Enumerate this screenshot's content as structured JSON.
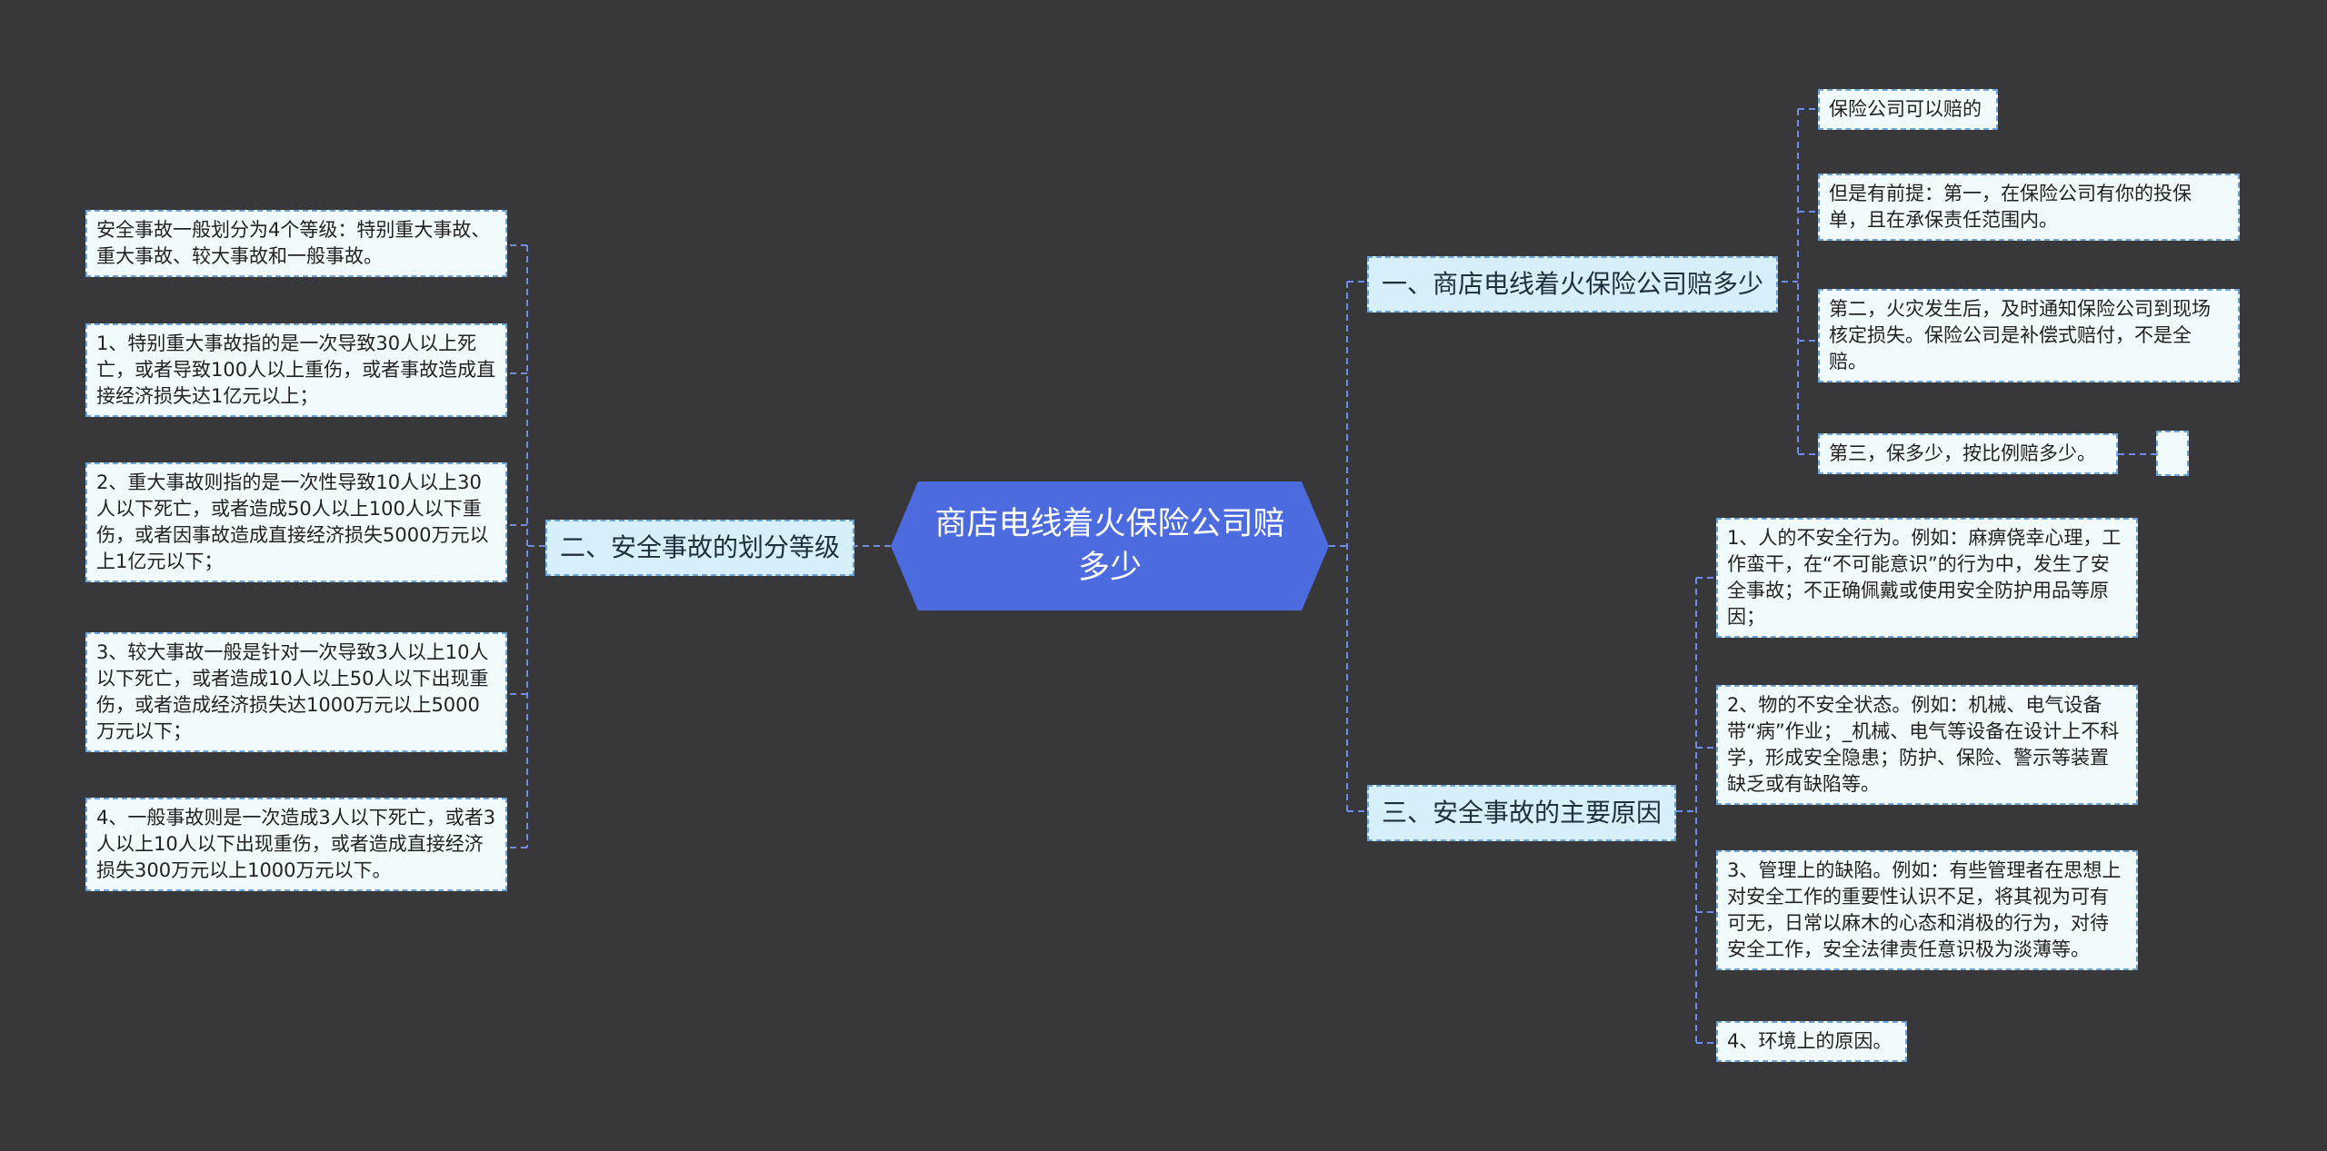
{
  "root": {
    "title": "商店电线着火保险公司赔多少"
  },
  "branches": {
    "b1": {
      "label": "一、商店电线着火保险公司赔多少",
      "items": [
        "保险公司可以赔的",
        "但是有前提：第一，在保险公司有你的投保单，且在承保责任范围内。",
        "第二，火灾发生后，及时通知保险公司到现场核定损失。保险公司是补偿式赔付，不是全赔。",
        "第三，保多少，按比例赔多少。"
      ]
    },
    "b2": {
      "label": "二、安全事故的划分等级",
      "items": [
        "安全事故一般划分为4个等级：特别重大事故、重大事故、较大事故和一般事故。",
        "1、特别重大事故指的是一次导致30人以上死亡，或者导致100人以上重伤，或者事故造成直接经济损失达1亿元以上；",
        "2、重大事故则指的是一次性导致10人以上30人以下死亡，或者造成50人以上100人以下重伤，或者因事故造成直接经济损失5000万元以上1亿元以下；",
        "3、较大事故一般是针对一次导致3人以上10人以下死亡，或者造成10人以上50人以下出现重伤，或者造成经济损失达1000万元以上5000万元以下；",
        "4、一般事故则是一次造成3人以下死亡，或者3人以上10人以下出现重伤，或者造成直接经济损失300万元以上1000万元以下。"
      ]
    },
    "b3": {
      "label": "三、安全事故的主要原因",
      "items": [
        "1、人的不安全行为。例如：麻痹侥幸心理，工作蛮干，在“不可能意识”的行为中，发生了安全事故；不正确佩戴或使用安全防护用品等原因；",
        "2、物的不安全状态。例如：机械、电气设备带“病”作业；_机械、电气等设备在设计上不科学，形成安全隐患；防护、保险、警示等装置缺乏或有缺陷等。",
        "3、管理上的缺陷。例如：有些管理者在思想上对安全工作的重要性认识不足，将其视为可有可无，日常以麻木的心态和消极的行为，对待安全工作，安全法律责任意识极为淡薄等。",
        "4、环境上的原因。"
      ]
    }
  },
  "colors": {
    "background": "#38373a",
    "root": "#4b6bdf",
    "branch_fill": "#d7eff9",
    "leaf_fill": "#f1fbfe",
    "connector": "#6f8de8"
  }
}
